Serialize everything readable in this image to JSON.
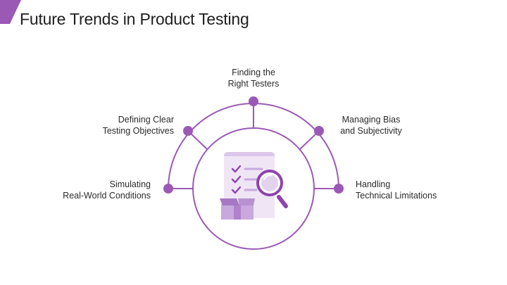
{
  "title": "Future Trends in Product Testing",
  "accent_color": "#9b59b6",
  "center_icon": "checklist-box-magnifier-icon",
  "nodes": [
    {
      "line1": "Finding the",
      "line2": "Right Testers"
    },
    {
      "line1": "Defining Clear",
      "line2": "Testing Objectives"
    },
    {
      "line1": "Managing Bias",
      "line2": "and Subjectivity"
    },
    {
      "line1": "Simulating",
      "line2": "Real-World Conditions"
    },
    {
      "line1": "Handling",
      "line2": "Technical Limitations"
    }
  ]
}
